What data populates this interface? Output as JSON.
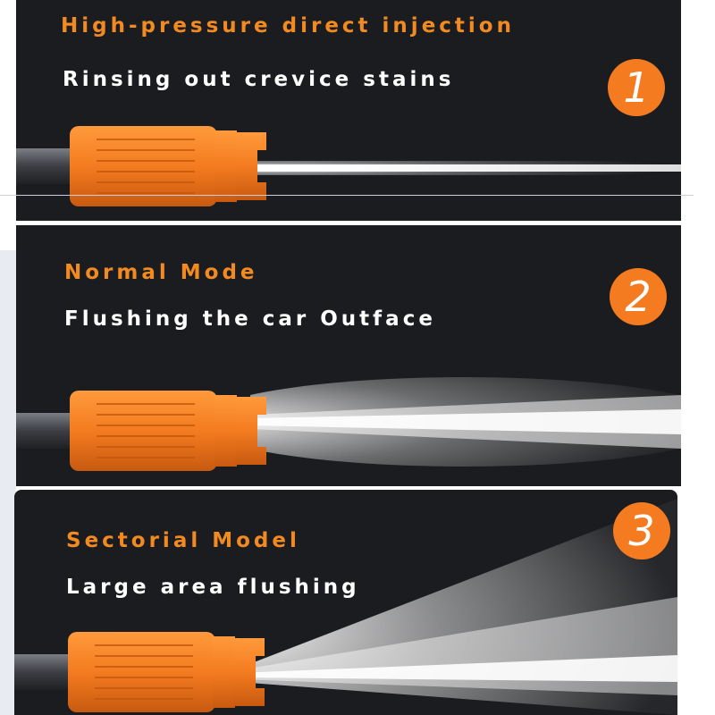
{
  "panels": [
    {
      "title": "High-pressure direct injection",
      "subtitle": "Rinsing out crevice stains",
      "badge": "1",
      "icon": "nozzle-jet-icon"
    },
    {
      "title": "Normal Mode",
      "subtitle": "Flushing the car Outface",
      "badge": "2",
      "icon": "nozzle-normal-icon"
    },
    {
      "title": "Sectorial Model",
      "subtitle": "Large area flushing",
      "badge": "3",
      "icon": "nozzle-fan-icon"
    }
  ],
  "colors": {
    "panel_bg": "#1b1c1f",
    "accent_orange": "#f28a22",
    "badge_orange": "#f47b20",
    "text_white": "#ffffff"
  }
}
